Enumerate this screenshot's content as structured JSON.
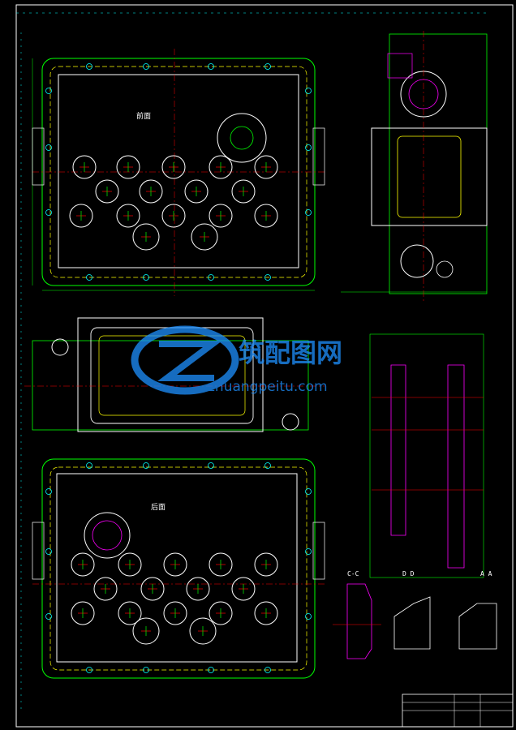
{
  "drawing": {
    "view_labels": {
      "front": "前面",
      "rear": "后面",
      "section_cc": "C-C",
      "section_dd": "D D",
      "section_aa": "A A"
    }
  },
  "watermark": {
    "cn": "筑配图网",
    "url": "zhuangpeitu.com"
  },
  "colors": {
    "background": "#000000",
    "outline": "#ffffff",
    "dimension": "#00ff00",
    "centerline": "#ff0000",
    "hidden": "#ffff00",
    "accent": "#00ffff",
    "hatch": "#ff00ff",
    "watermark": "#1e90ff"
  }
}
